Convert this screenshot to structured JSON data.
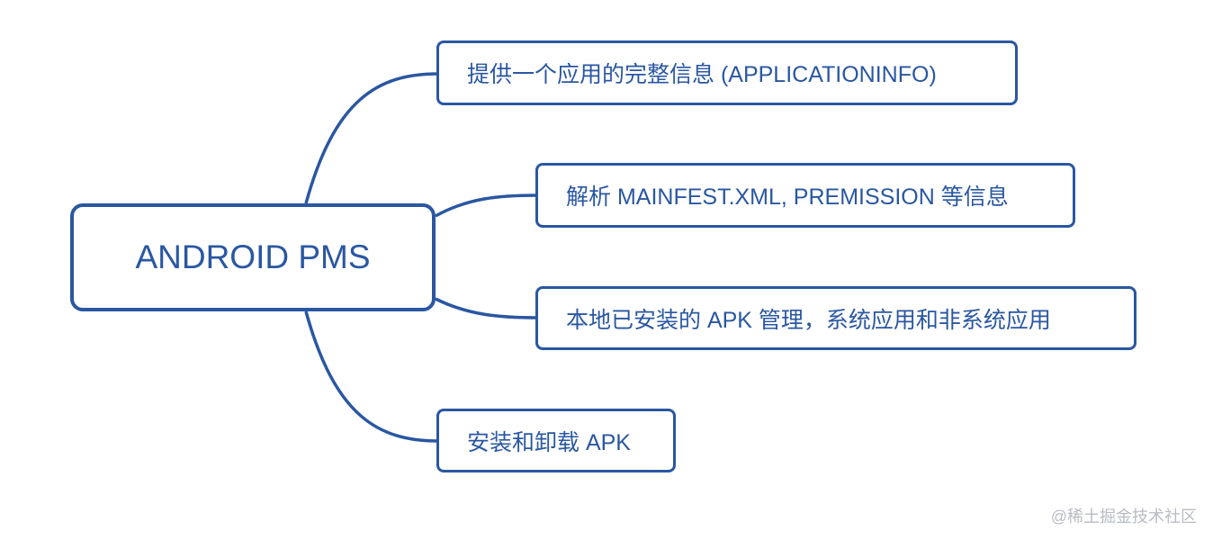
{
  "root": {
    "label": "ANDROID PMS"
  },
  "children": [
    {
      "label": "提供一个应用的完整信息 (APPLICATIONINFO)"
    },
    {
      "label": "解析 MAINFEST.XML, PREMISSION 等信息"
    },
    {
      "label": "本地已安装的 APK 管理，系统应用和非系统应用"
    },
    {
      "label": "安装和卸载 APK"
    }
  ],
  "watermark": "@稀土掘金技术社区",
  "colors": {
    "accent": "#2a57a1",
    "watermark": "#b8bcc2"
  }
}
